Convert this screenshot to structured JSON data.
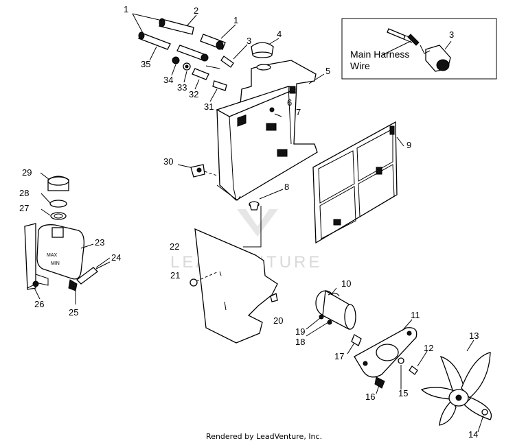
{
  "diagram": {
    "inset": {
      "label_line1": "Main Harness",
      "label_line2": "Wire",
      "part_number": "3"
    },
    "callouts": [
      "1",
      "2",
      "1",
      "3",
      "4",
      "5",
      "6",
      "7",
      "8",
      "9",
      "10",
      "11",
      "12",
      "13",
      "14",
      "15",
      "16",
      "17",
      "18",
      "19",
      "20",
      "21",
      "22",
      "23",
      "24",
      "25",
      "26",
      "27",
      "28",
      "29",
      "30",
      "31",
      "32",
      "33",
      "34",
      "35"
    ],
    "tank_labels": {
      "max": "MAX",
      "min": "MIN"
    },
    "watermark": "LEADVENTURE",
    "footer": "Rendered by LeadVenture, Inc."
  }
}
